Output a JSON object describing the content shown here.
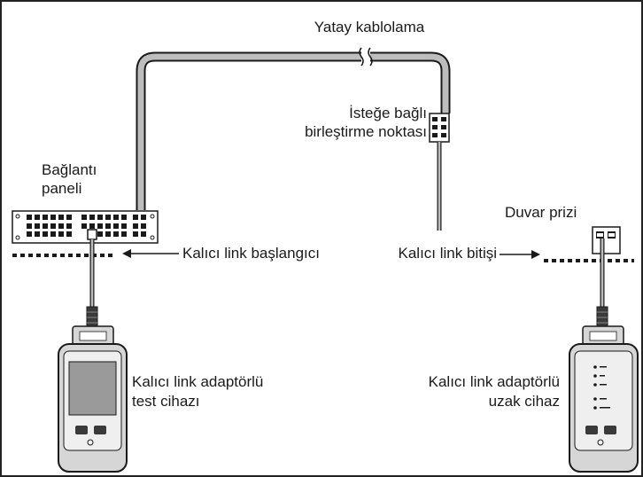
{
  "labels": {
    "horizontal_cabling": "Yatay kablolama",
    "optional_consolidation_line1": "İsteğe bağlı",
    "optional_consolidation_line2": "birleştirme noktası",
    "patch_panel_line1": "Bağlantı",
    "patch_panel_line2": "paneli",
    "wall_outlet": "Duvar prizi",
    "permanent_link_start": "Kalıcı link başlangıcı",
    "permanent_link_end": "Kalıcı link bitişi",
    "tester_line1": "Kalıcı link adaptörlü",
    "tester_line2": "test cihazı",
    "remote_line1": "Kalıcı link adaptörlü",
    "remote_line2": "uzak cihaz"
  },
  "colors": {
    "cable_fill": "#bdbdbd",
    "outline": "#1a1a1a",
    "device_body": "#d6d6d6",
    "screen": "#9a9a9a"
  }
}
